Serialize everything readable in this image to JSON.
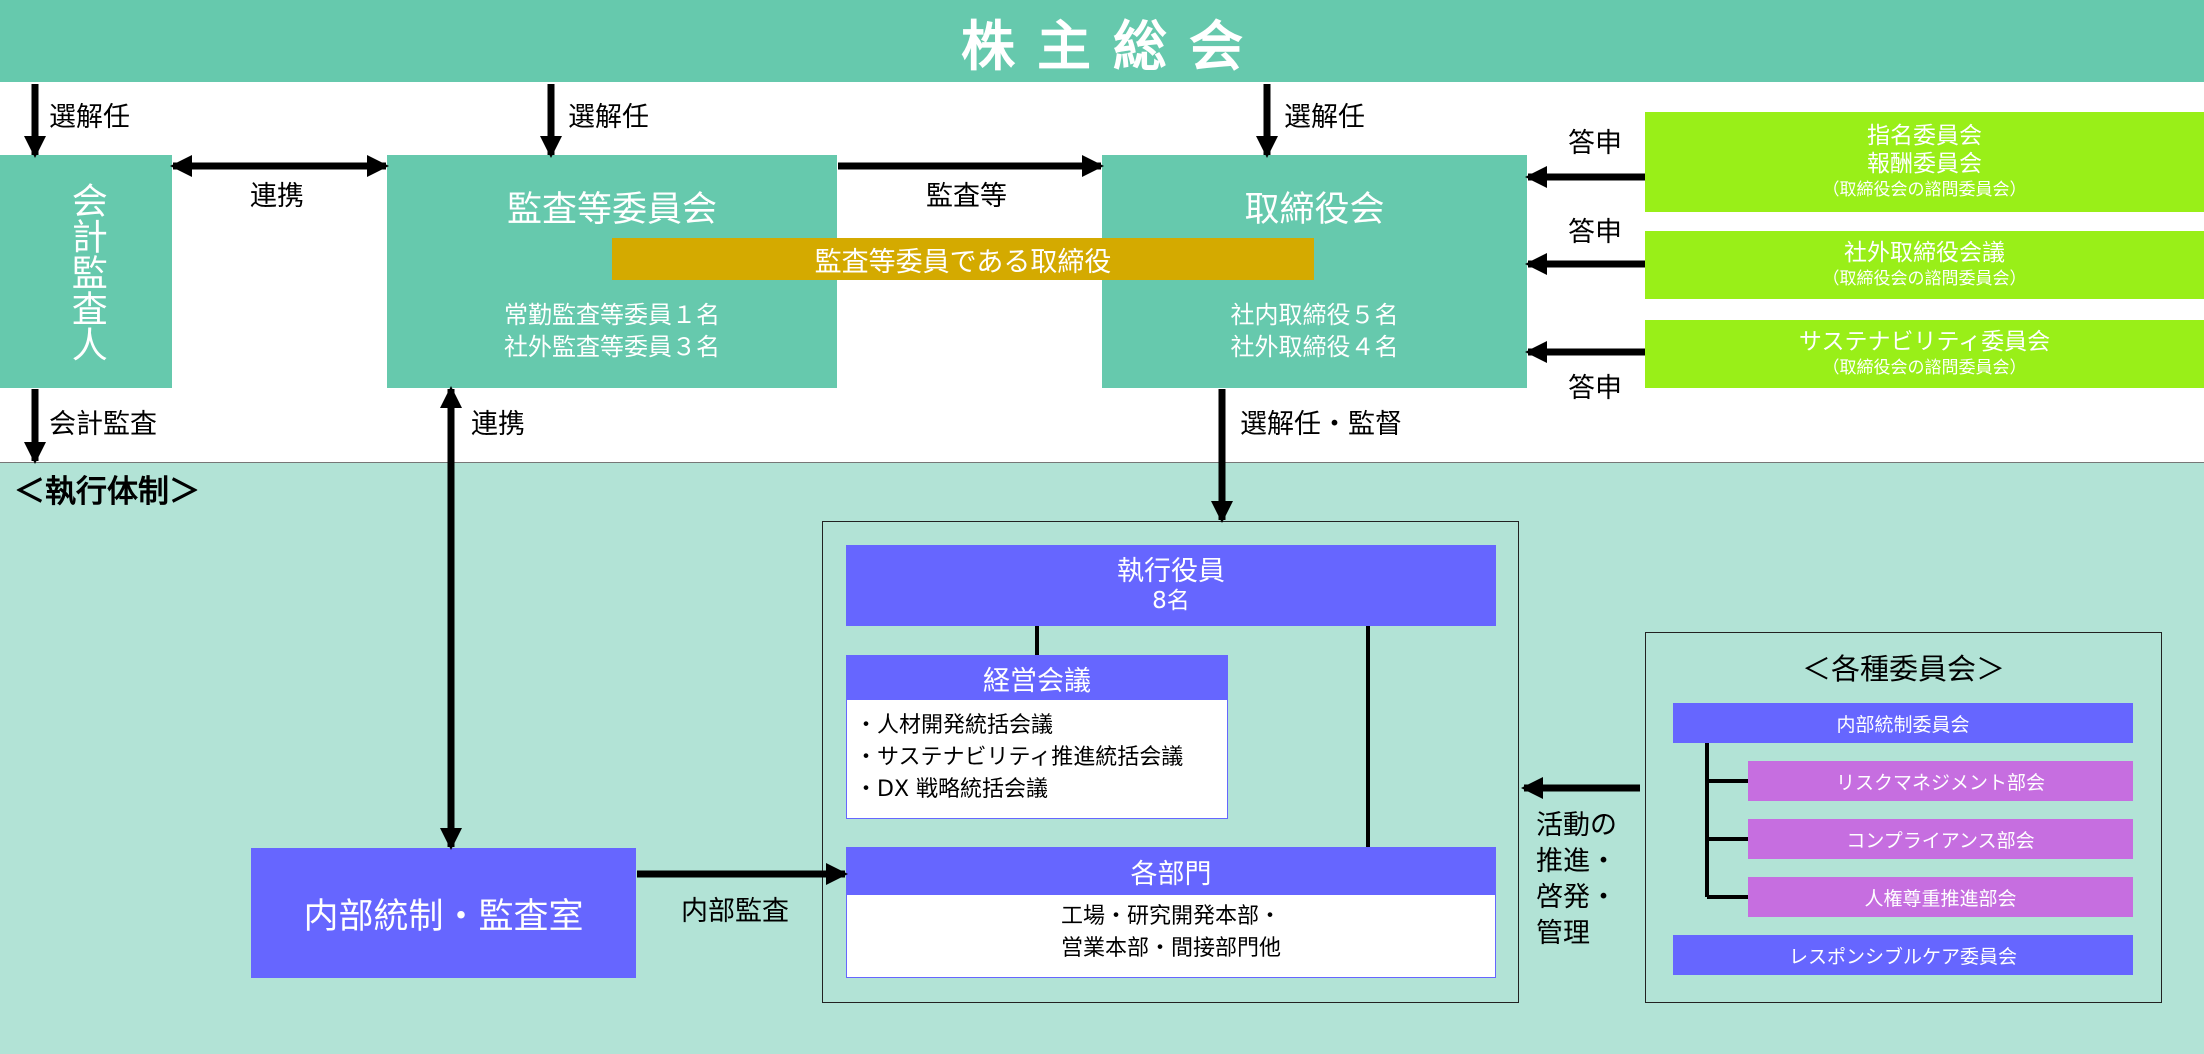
{
  "header": {
    "title": "株主総会"
  },
  "bodies": {
    "auditor": "会計監査人",
    "audit_committee": {
      "title": "監査等委員会",
      "line1": "常勤監査等委員１名",
      "line2": "社外監査等委員３名"
    },
    "director_band": "監査等委員である取締役",
    "board": {
      "title": "取締役会",
      "line1": "社内取締役５名",
      "line2": "社外取締役４名"
    },
    "advisory": [
      {
        "title1": "指名委員会",
        "title2": "報酬委員会",
        "sub": "（取締役会の諮問委員会）"
      },
      {
        "title1": "社外取締役会議",
        "sub": "（取締役会の諮問委員会）"
      },
      {
        "title1": "サステナビリティ委員会",
        "sub": "（取締役会の諮問委員会）"
      }
    ]
  },
  "labels": {
    "elect1": "選解任",
    "elect2": "選解任",
    "elect3": "選解任",
    "coop1": "連携",
    "audit_etc": "監査等",
    "report1": "答申",
    "report2": "答申",
    "report3": "答申",
    "accounting_audit": "会計監査",
    "coop2": "連携",
    "elect_supervise": "選解任・監督",
    "internal_audit": "内部監査",
    "activity": [
      "活動の",
      "推進・",
      "啓発・",
      "管理"
    ]
  },
  "execution": {
    "title": "＜執行体制＞",
    "officers": {
      "title": "執行役員",
      "count": "8名"
    },
    "mgmt_meeting": {
      "title": "経営会議",
      "items": [
        "・人材開発統括会議",
        "・サステナビリティ推進統括会議",
        "・DX 戦略統括会議"
      ]
    },
    "departments": {
      "title": "各部門",
      "line1": "工場・研究開発本部・",
      "line2": "営業本部・間接部門他"
    },
    "internal_control": "内部統制・監査室"
  },
  "committees": {
    "title": "＜各種委員会＞",
    "internal_control_committee": "内部統制委員会",
    "sub": [
      "リスクマネジメント部会",
      "コンプライアンス部会",
      "人権尊重推進部会"
    ],
    "responsible_care": "レスポンシブルケア委員会"
  },
  "colors": {
    "teal": "#66c9ad",
    "light_teal": "#b2e3d6",
    "lime": "#99ef18",
    "gold": "#d4aa00",
    "blue": "#6666ff",
    "purple": "#c66ee0"
  }
}
